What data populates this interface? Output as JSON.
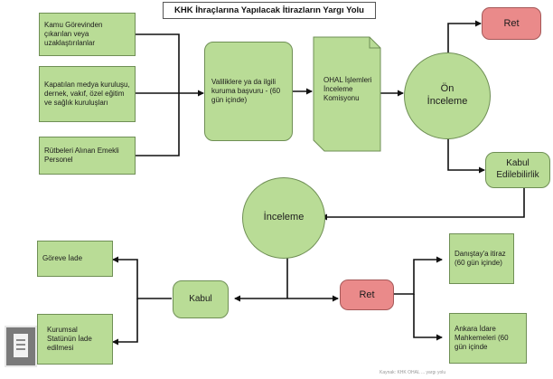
{
  "title": "KHK İhraçlarına Yapılacak İtirazların Yargı Yolu",
  "nodes": {
    "kamu": "Kamu Görevinden çıkarılan veya uzaklaştırılanlar",
    "kapatilan": "Kapatılan medya kuruluşu, dernek, vakıf, özel eğitim ve sağlık kuruluşları",
    "rutbeleri": "Rütbeleri Alınan Emekli Personel",
    "valilik": "Valiliklere ya da ilgili kuruma başvuru - (60 gün içinde)",
    "ohal": "OHAL İşlemleri İnceleme Komisyonu",
    "on_inceleme": "Ön İnceleme",
    "ret_top": "Ret",
    "kabul_edilebilirlik": "Kabul Edilebilirlik",
    "inceleme": "İnceleme",
    "gorev_iade": "Göreve İade",
    "kurumsal": "Kurumsal Statünün İade edilmesi",
    "kabul": "Kabul",
    "ret_bottom": "Ret",
    "danistay": "Danıştay'a itiraz (60 gün içinde)",
    "ankara": "Ankara İdare Mahkemeleri (60 gün içinde"
  },
  "footer": "Kaynak: KHK OHAL ... yargı yolu"
}
